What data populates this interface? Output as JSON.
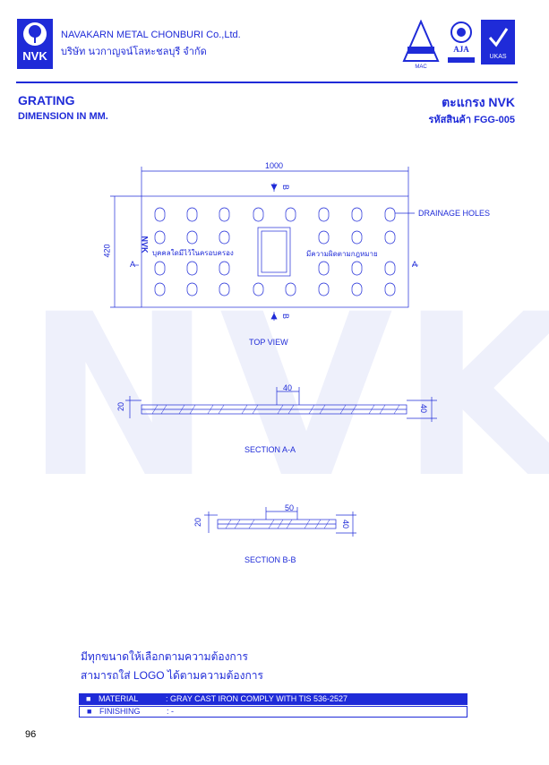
{
  "header": {
    "logo_text": "NVK",
    "company_en": "NAVAKARN METAL CHONBURI Co.,Ltd.",
    "company_th": "บริษัท นวกาญจน์โลหะชลบุรี จำกัด",
    "cert_1": "MAC",
    "cert_2": "AJA",
    "cert_3": "UKAS"
  },
  "product": {
    "title_en": "GRATING",
    "subtitle_en": "DIMENSION IN MM.",
    "title_th": "ตะแกรง NVK",
    "code_th": "รหัสสินค้า FGG-005"
  },
  "drawing": {
    "width_dim": "1000",
    "height_dim": "420",
    "section_b_marker": "B",
    "section_a_marker": "A",
    "drainage_label": "DRAINAGE HOLES",
    "plate_brand": "NVK",
    "plate_text_left": "บุคคลใดมีไว้ในครอบครอง",
    "plate_text_right": "มีความผิดตามกฎหมาย",
    "top_view_label": "TOP VIEW",
    "section_aa_label": "SECTION A-A",
    "section_aa_dim_top": "40",
    "section_aa_dim_left": "20",
    "section_aa_dim_right": "40",
    "section_bb_label": "SECTION B-B",
    "section_bb_dim_top": "50",
    "section_bb_dim_left": "20",
    "section_bb_dim_right": "40"
  },
  "notes": {
    "line_1": "มีทุกขนาดให้เลือกตามความต้องการ",
    "line_2": "สามารถใส่ LOGO ได้ตามความต้องการ"
  },
  "specs": [
    {
      "label": "MATERIAL",
      "value": ": GRAY CAST IRON COMPLY WITH TIS 536-2527"
    },
    {
      "label": "FINISHING",
      "value": ": -"
    }
  ],
  "page_number": "96",
  "colors": {
    "brand": "#1f2bd8",
    "watermark": "#eef0fb"
  }
}
